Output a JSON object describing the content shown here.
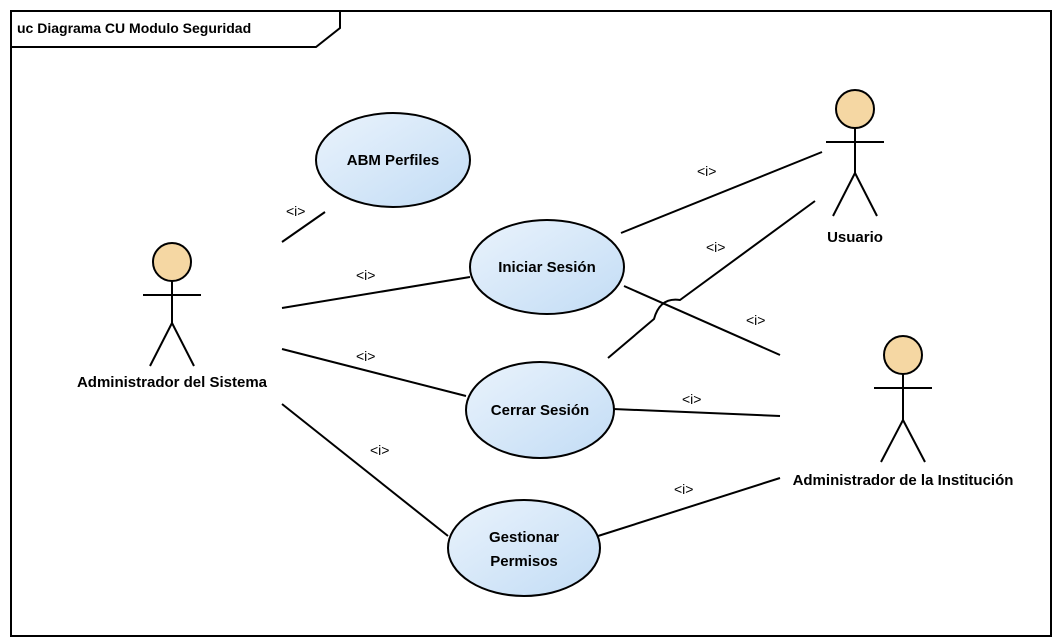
{
  "diagram": {
    "title": "uc Diagrama CU Modulo Seguridad",
    "actors": [
      {
        "id": "admin_sistema",
        "label": "Administrador del Sistema"
      },
      {
        "id": "usuario",
        "label": "Usuario"
      },
      {
        "id": "admin_institucion",
        "label": "Administrador de la Institución"
      }
    ],
    "use_cases": [
      {
        "id": "abm",
        "label": "ABM Perfiles",
        "lines": [
          "ABM Perfiles"
        ]
      },
      {
        "id": "iniciar",
        "label": "Iniciar Sesión",
        "lines": [
          "Iniciar Sesión"
        ]
      },
      {
        "id": "cerrar",
        "label": "Cerrar Sesión",
        "lines": [
          "Cerrar Sesión"
        ]
      },
      {
        "id": "gestionar",
        "label": "Gestionar Permisos",
        "lines": [
          "Gestionar",
          "Permisos"
        ]
      }
    ],
    "associations": [
      {
        "from": "admin_sistema",
        "to": "abm",
        "label": "<i>"
      },
      {
        "from": "admin_sistema",
        "to": "iniciar",
        "label": "<i>"
      },
      {
        "from": "admin_sistema",
        "to": "cerrar",
        "label": "<i>"
      },
      {
        "from": "admin_sistema",
        "to": "gestionar",
        "label": "<i>"
      },
      {
        "from": "iniciar",
        "to": "usuario",
        "label": "<i>"
      },
      {
        "from": "cerrar",
        "to": "usuario",
        "label": "<i>"
      },
      {
        "from": "iniciar",
        "to": "admin_institucion",
        "label": "<i>"
      },
      {
        "from": "cerrar",
        "to": "admin_institucion",
        "label": "<i>"
      },
      {
        "from": "gestionar",
        "to": "admin_institucion",
        "label": "<i>"
      }
    ],
    "colors": {
      "actor_fill": "#f5d7a3",
      "usecase_fill_light": "#eaf3fc",
      "usecase_fill_dark": "#c2dcf5",
      "stroke": "#000000"
    }
  }
}
